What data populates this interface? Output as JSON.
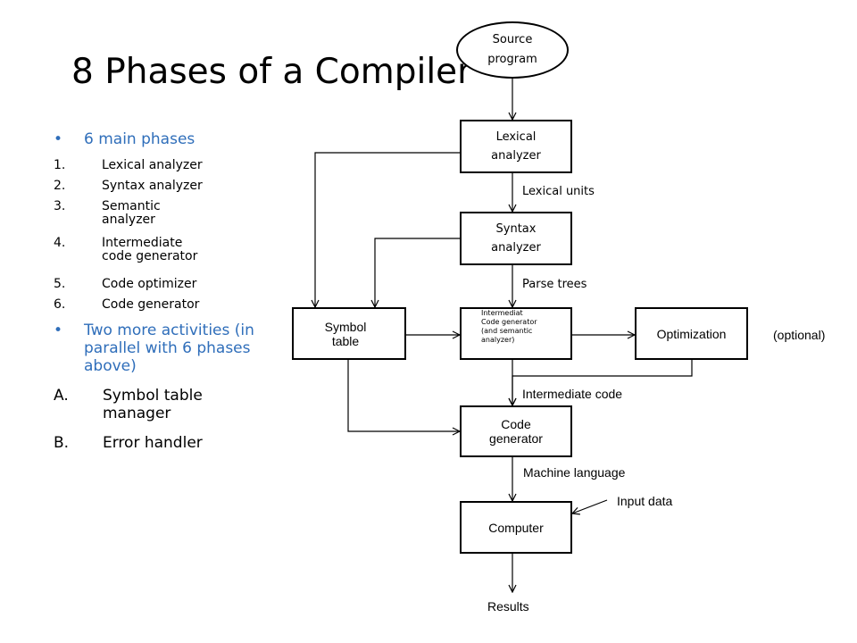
{
  "title": "8 Phases of a Compiler",
  "bullets": {
    "main": "6 main phases",
    "phases": [
      {
        "num": "1.",
        "label": "Lexical analyzer"
      },
      {
        "num": "2.",
        "label": "Syntax analyzer"
      },
      {
        "num": "3.",
        "label": "Semantic analyzer"
      },
      {
        "num": "4.",
        "label": "Intermediate code generator"
      },
      {
        "num": "5.",
        "label": "Code optimizer"
      },
      {
        "num": "6.",
        "label": "Code generator"
      }
    ],
    "more": "Two more activities (in parallel with 6 phases above)",
    "activities": [
      {
        "num": "A.",
        "label": "Symbol table manager"
      },
      {
        "num": "B.",
        "label": "Error handler"
      }
    ],
    "bullet_char": "•"
  },
  "diagram": {
    "source": "Source program",
    "lexical": "Lexical analyzer",
    "lexical_units": "Lexical units",
    "syntax": "Syntax analyzer",
    "parse_trees": "Parse trees",
    "symbol_table": "Symbol table",
    "intermediate_lines": [
      "Intermediat",
      "Code generator",
      "(and semantic",
      "analyzer)"
    ],
    "optimization": "Optimization",
    "optional": "(optional)",
    "intermediate_code": "Intermediate code",
    "code_generator": "Code generator",
    "machine_language": "Machine language",
    "input_data": "Input data",
    "computer": "Computer",
    "results": "Results"
  },
  "colors": {
    "accent": "#2F6EBA",
    "line": "#000000"
  }
}
